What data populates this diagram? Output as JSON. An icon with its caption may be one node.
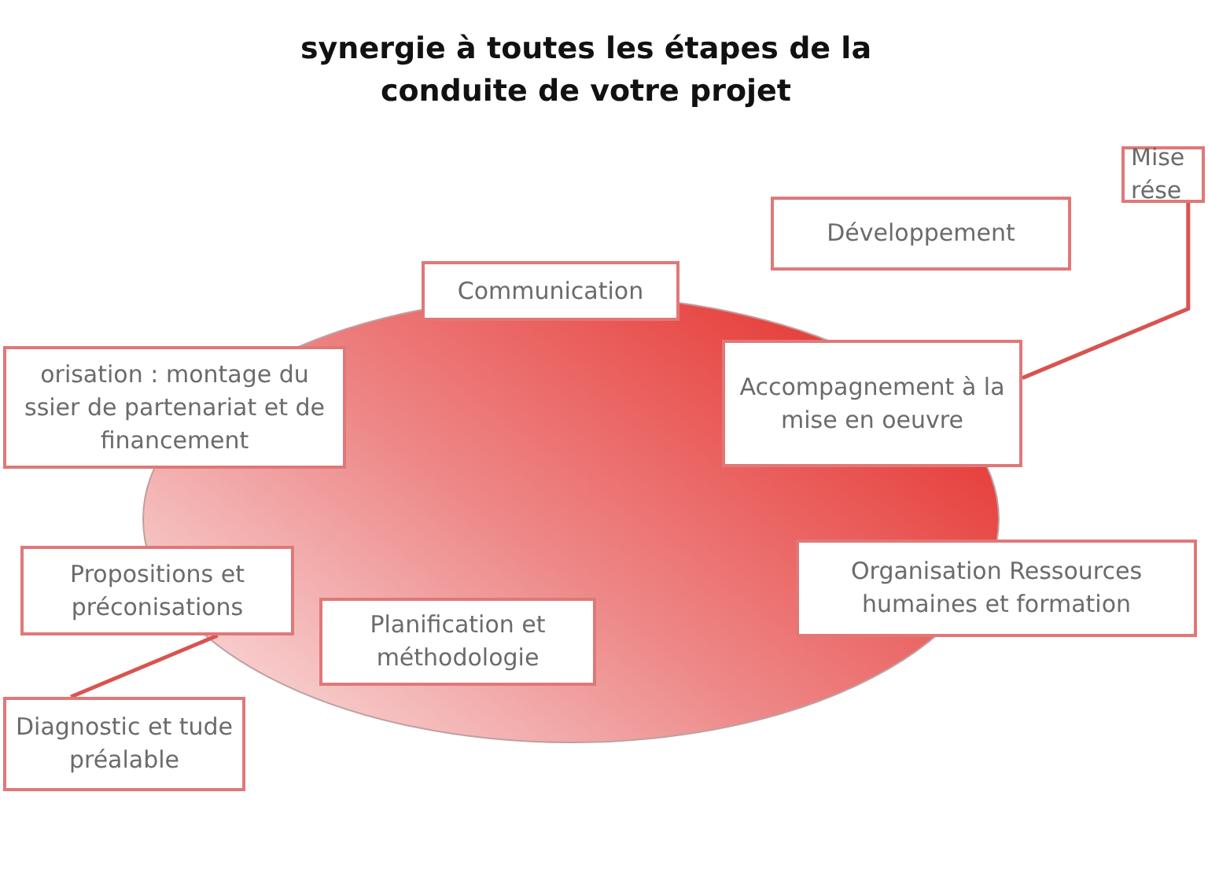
{
  "diagram": {
    "title": "synergie à toutes les étapes de la conduite de votre projet",
    "nodes": [
      {
        "text": [
          "Mise rése"
        ]
      },
      {
        "text": [
          "Développement"
        ]
      },
      {
        "text": [
          "Communication"
        ]
      },
      {
        "text": [
          "orisation : montage du ssier de partenariat et de financement"
        ]
      },
      {
        "text": [
          "Accompagnement à la mise en oeuvre"
        ]
      },
      {
        "text": [
          "Propositions et préconisations"
        ]
      },
      {
        "text": [
          "Organisation Ressources humaines et formation"
        ]
      },
      {
        "text": [
          "Planification et méthodologie"
        ]
      },
      {
        "text": [
          "Diagnostic et tude préalable"
        ]
      }
    ],
    "edges": [
      {
        "from": 8,
        "to": 5,
        "arrow": "none"
      },
      {
        "from": 4,
        "to": 0,
        "arrow": "none"
      }
    ]
  }
}
